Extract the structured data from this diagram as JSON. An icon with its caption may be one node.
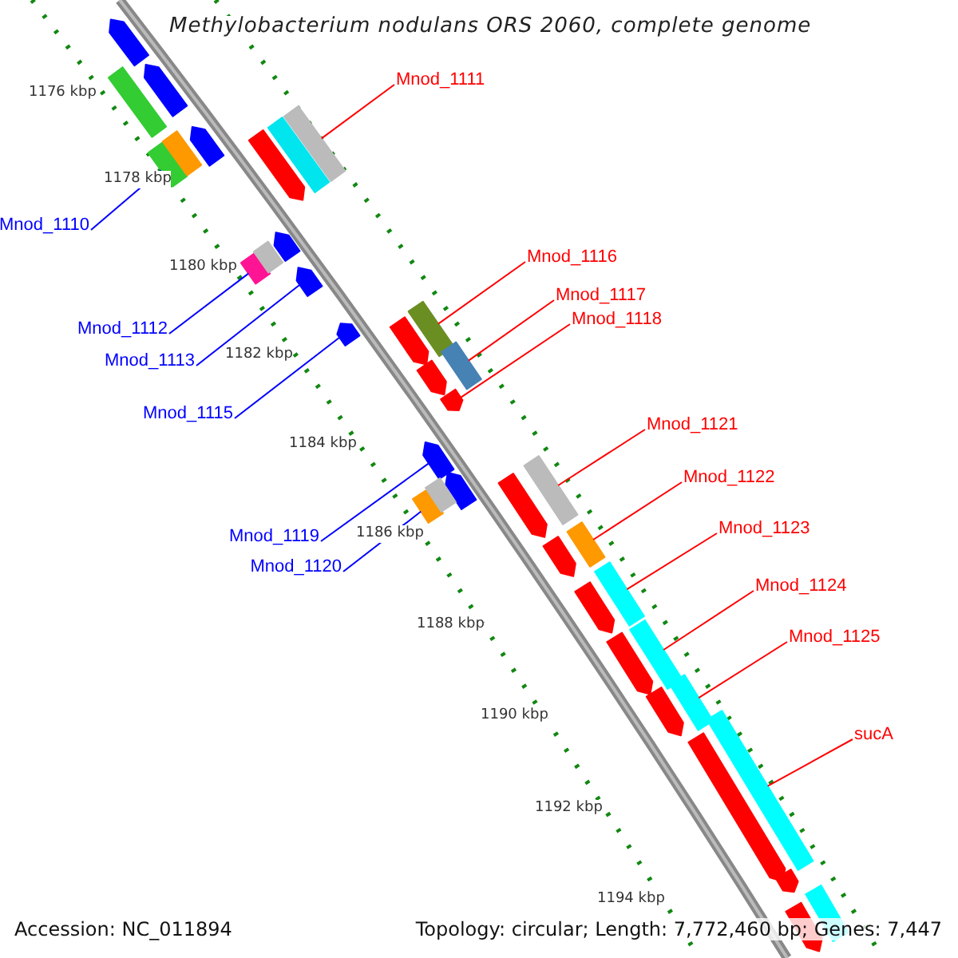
{
  "diagram": {
    "title": "Methylobacterium nodulans ORS 2060, complete genome",
    "nodes": [
      {
        "text": [
          "Mnod_1111"
        ]
      },
      {
        "text": [
          "Mnod_1110"
        ]
      },
      {
        "text": [
          "Mnod_1116"
        ]
      },
      {
        "text": [
          "Mnod_1117"
        ]
      },
      {
        "text": [
          "Mnod_1118"
        ]
      },
      {
        "text": [
          "Mnod_1112"
        ]
      },
      {
        "text": [
          "Mnod_1113"
        ]
      },
      {
        "text": [
          "Mnod_1115"
        ]
      },
      {
        "text": [
          "Mnod_1121"
        ]
      },
      {
        "text": [
          "Mnod_1122"
        ]
      },
      {
        "text": [
          "Mnod_1119"
        ]
      },
      {
        "text": [
          "Mnod_1120"
        ]
      },
      {
        "text": [
          "Mnod_1123"
        ]
      },
      {
        "text": [
          "Mnod_1124"
        ]
      },
      {
        "text": [
          "Mnod_1125"
        ]
      },
      {
        "text": [
          "sucA"
        ]
      },
      {
        "text": [],
        "shape": "bar"
      },
      {
        "text": [],
        "shape": "bar"
      },
      {
        "text": [],
        "shape": "bar"
      },
      {
        "text": [],
        "shape": "bar"
      },
      {
        "text": [],
        "shape": "bar"
      },
      {
        "text": [],
        "shape": "bar"
      },
      {
        "text": [],
        "shape": "bar"
      },
      {
        "text": [],
        "shape": "bar"
      },
      {
        "text": [],
        "shape": "bar"
      },
      {
        "text": [],
        "shape": "bar"
      },
      {
        "text": [],
        "shape": "bar"
      },
      {
        "text": [],
        "shape": "bar"
      },
      {
        "text": [],
        "shape": "bar"
      },
      {
        "text": [],
        "shape": "bar"
      },
      {
        "text": [],
        "shape": "bar"
      },
      {
        "text": [],
        "shape": "bar"
      },
      {
        "text": [],
        "shape": "bar"
      },
      {
        "text": [],
        "shape": "bar"
      },
      {
        "text": [],
        "shape": "bar"
      },
      {
        "text": [],
        "shape": "bar"
      },
      {
        "text": [],
        "shape": "bar"
      },
      {
        "text": [],
        "shape": "bar"
      },
      {
        "text": [],
        "shape": "bar"
      },
      {
        "text": [],
        "shape": "bar"
      },
      {
        "text": [],
        "shape": "bar"
      },
      {
        "text": [],
        "shape": "bar"
      },
      {
        "text": [],
        "shape": "bar"
      },
      {
        "text": [],
        "shape": "bar"
      },
      {
        "text": [],
        "shape": "bar"
      },
      {
        "text": [],
        "shape": "bar"
      },
      {
        "text": [],
        "shape": "bar"
      },
      {
        "text": [],
        "shape": "bar"
      },
      {
        "text": [],
        "shape": "bar"
      },
      {
        "text": [],
        "shape": "bar"
      },
      {
        "text": [],
        "shape": "bar"
      },
      {
        "text": [],
        "shape": "bar"
      },
      {
        "text": [],
        "shape": "bar"
      },
      {
        "text": [],
        "shape": "bar"
      }
    ],
    "edges": [
      {
        "from": 0,
        "to": 24,
        "arrow": "none"
      },
      {
        "from": 1,
        "to": 20,
        "arrow": "none",
        "color": "#0000ff"
      },
      {
        "from": 2,
        "to": 31,
        "arrow": "none"
      },
      {
        "from": 3,
        "to": 34,
        "arrow": "none"
      },
      {
        "from": 4,
        "to": 33,
        "arrow": "none"
      },
      {
        "from": 5,
        "to": 27,
        "arrow": "none",
        "color": "#0000ff"
      },
      {
        "from": 6,
        "to": 26,
        "arrow": "none",
        "color": "#0000ff"
      },
      {
        "from": 7,
        "to": 29,
        "arrow": "none",
        "color": "#0000ff"
      },
      {
        "from": 8,
        "to": 40,
        "arrow": "none"
      },
      {
        "from": 9,
        "to": 42,
        "arrow": "none"
      },
      {
        "from": 10,
        "to": 35,
        "arrow": "none",
        "color": "#0000ff"
      },
      {
        "from": 11,
        "to": 37,
        "arrow": "none",
        "color": "#0000ff"
      },
      {
        "from": 12,
        "to": 44,
        "arrow": "none"
      },
      {
        "from": 13,
        "to": 46,
        "arrow": "none"
      },
      {
        "from": 14,
        "to": 48,
        "arrow": "none"
      },
      {
        "from": 15,
        "to": 50,
        "arrow": "none"
      }
    ],
    "labels": [
      "1176 kbp",
      "1178 kbp",
      "1180 kbp",
      "1182 kbp",
      "1184 kbp",
      "1186 kbp",
      "1188 kbp",
      "1190 kbp",
      "1192 kbp",
      "1194 kbp",
      "Accession: NC_011894",
      "Topology: circular; Length: 7,772,460 bp; Genes: 7,447"
    ]
  }
}
